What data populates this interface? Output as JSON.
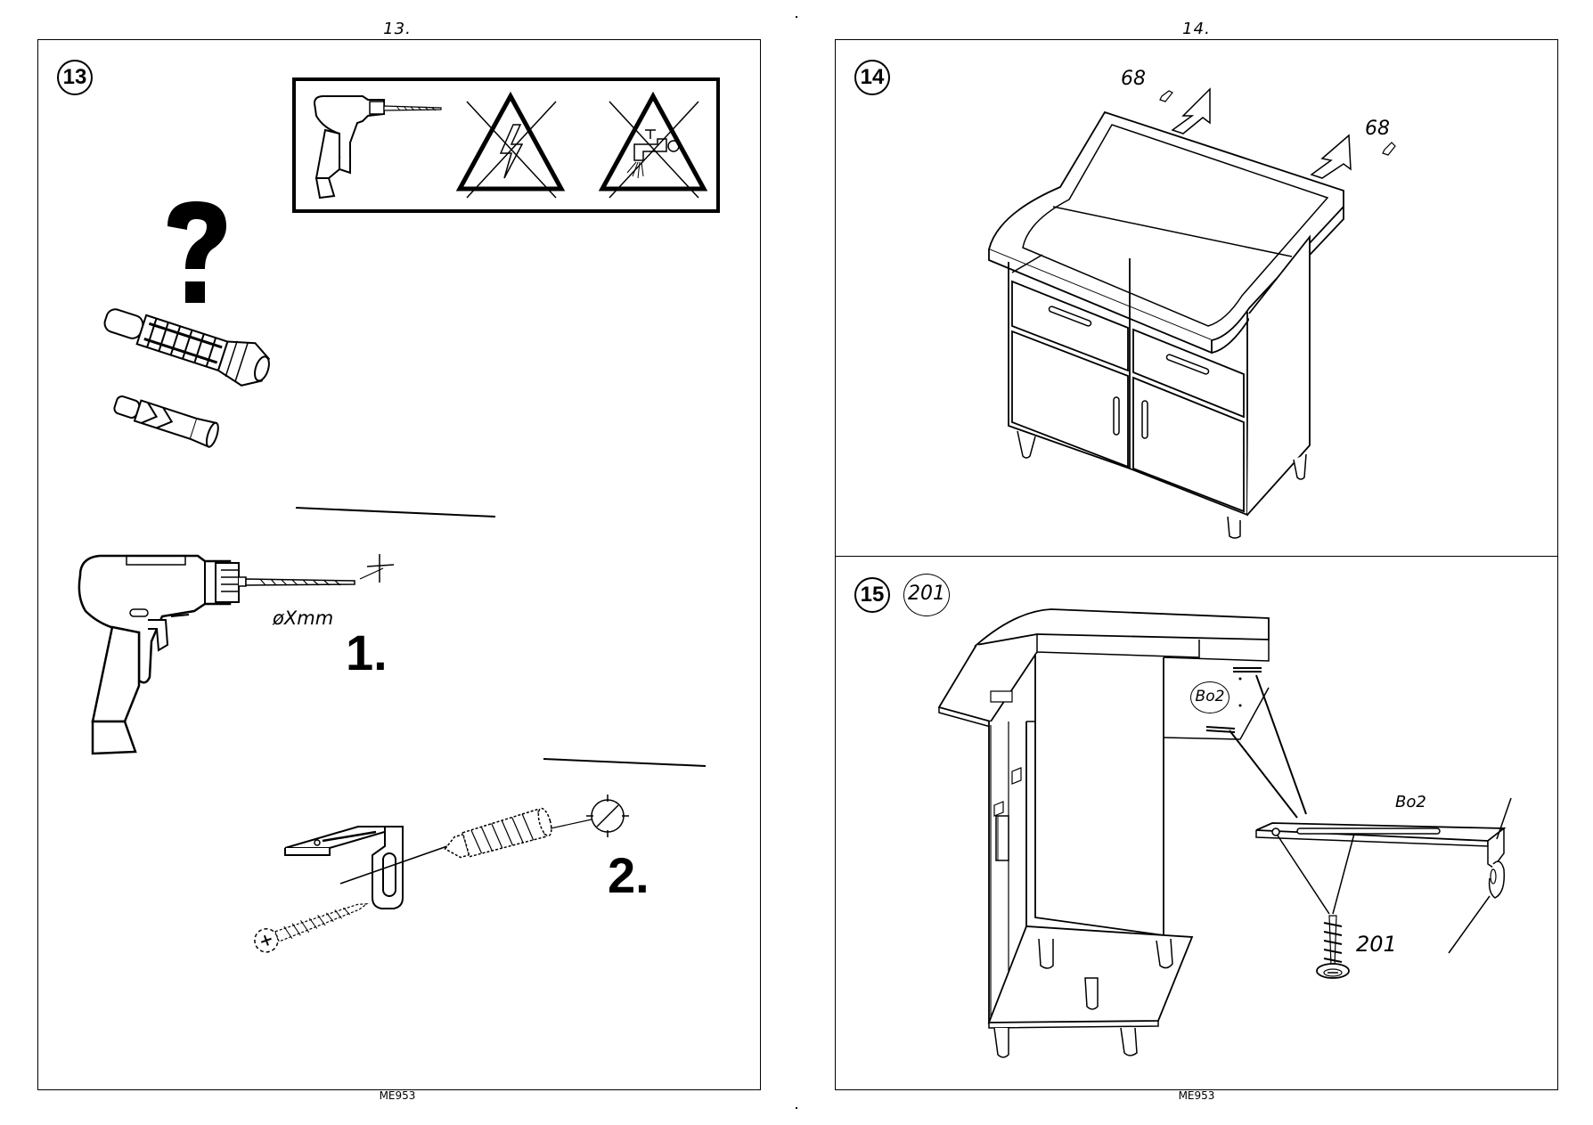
{
  "left_page": {
    "page_number": "13.",
    "footer": "ME953",
    "step": {
      "number": "13",
      "drill_size": "øXmm",
      "substep_1": "1.",
      "substep_2": "2."
    },
    "warning_panel": {
      "icons": [
        "drill-icon",
        "no-electric-cable-warning-icon",
        "no-water-pipe-warning-icon"
      ]
    }
  },
  "right_page": {
    "page_number": "14.",
    "footer": "ME953",
    "step_14": {
      "number": "14",
      "part_labels": [
        "68",
        "68"
      ]
    },
    "step_15": {
      "number": "15",
      "part": "201",
      "fitting_circle": "Bo2",
      "fitting_label": "Bo2",
      "screw_label": "201"
    }
  }
}
